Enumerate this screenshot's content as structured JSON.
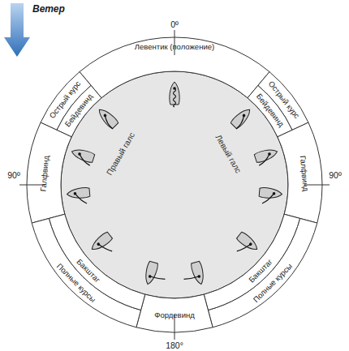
{
  "diagram": {
    "labels": [
      "Ветер",
      "0º",
      "Левентик (положение)",
      "Острый курс",
      "Бейдевинд",
      "Острый курс",
      "Бейдевинд",
      "90º",
      "Галфвинд",
      "Правый галс",
      "Левый галс",
      "Галфвинд",
      "90º",
      "Бакштаг",
      "Полные курсы",
      "Бакштаг",
      "Полные курсы",
      "Фордевинд",
      "180°"
    ]
  }
}
